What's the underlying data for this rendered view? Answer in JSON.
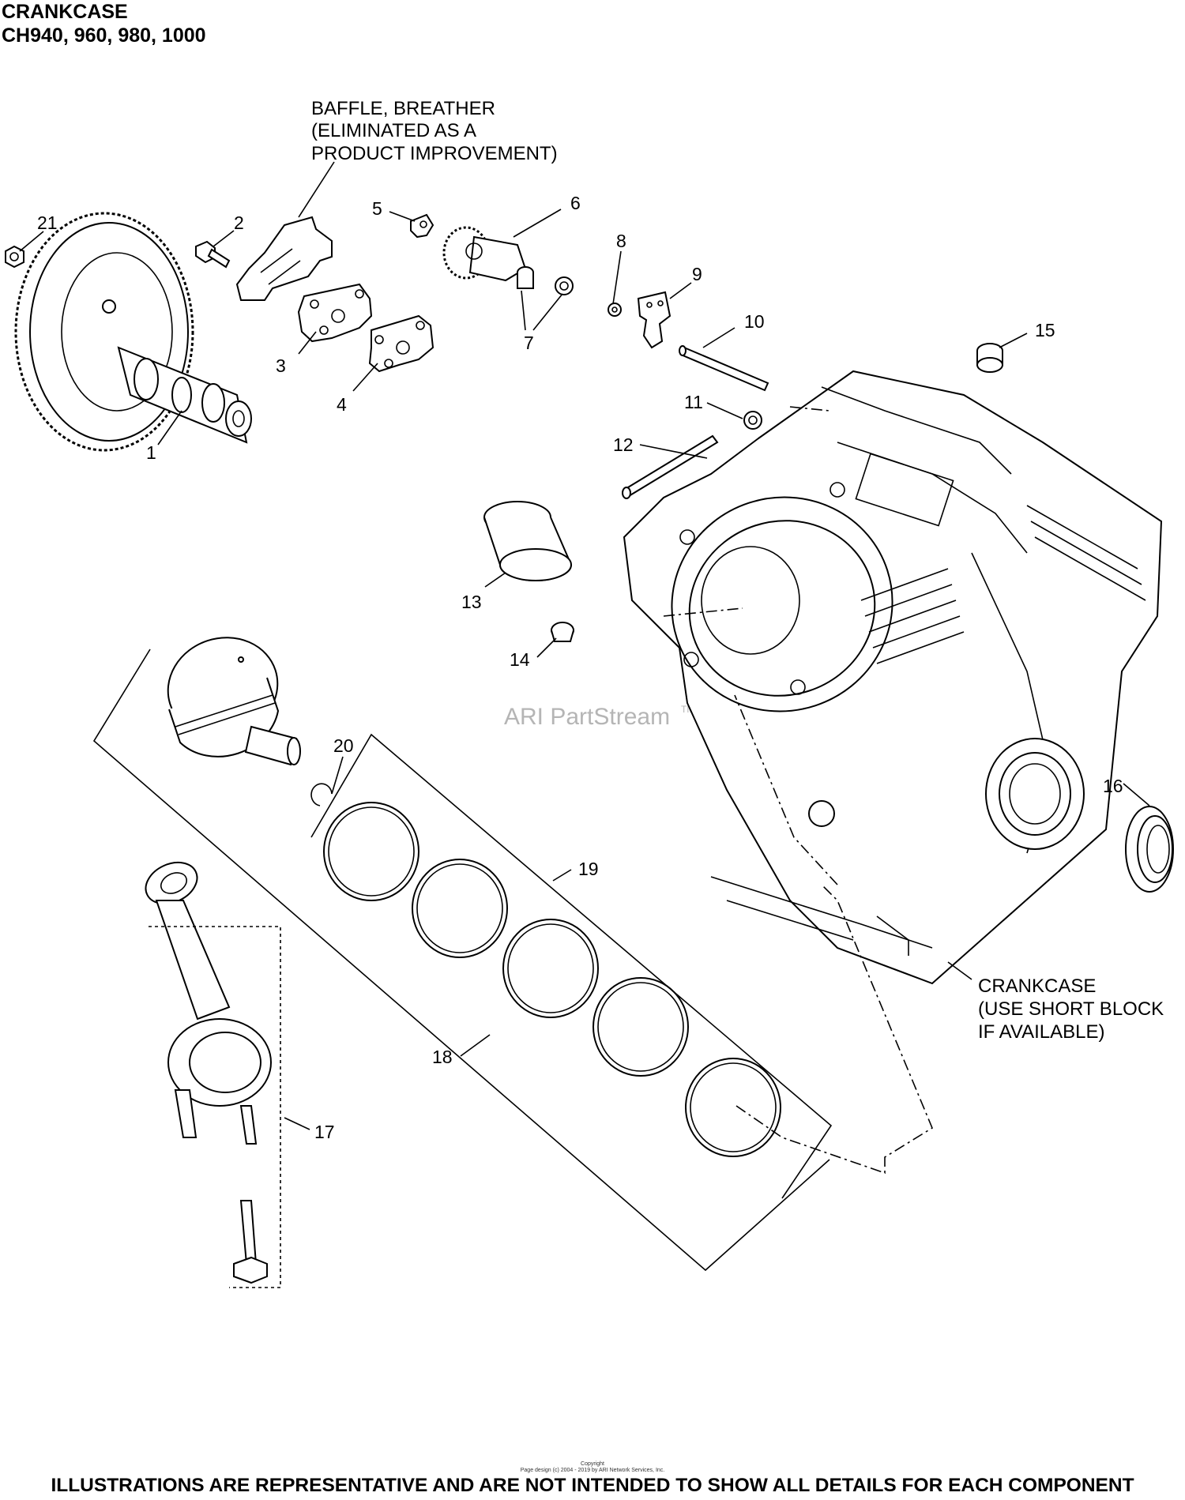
{
  "header": {
    "title": "CRANKCASE",
    "models": "CH940, 960, 980, 1000"
  },
  "callouts": {
    "baffle": [
      "BAFFLE, BREATHER",
      "(ELIMINATED AS A",
      "PRODUCT IMPROVEMENT)"
    ],
    "crankcase": [
      "CRANKCASE",
      "(USE SHORT BLOCK",
      "IF AVAILABLE)"
    ]
  },
  "part_numbers": [
    "1",
    "2",
    "3",
    "4",
    "5",
    "6",
    "7",
    "8",
    "9",
    "10",
    "11",
    "12",
    "13",
    "14",
    "15",
    "16",
    "17",
    "18",
    "19",
    "20",
    "21"
  ],
  "watermark": {
    "text": "ARI PartStream",
    "trademark": "TM"
  },
  "copyright": {
    "line1": "Copyright",
    "line2": "Page design (c) 2004 - 2019 by ARI Network Services, Inc."
  },
  "footer": "ILLUSTRATIONS ARE REPRESENTATIVE AND ARE NOT INTENDED TO SHOW ALL DETAILS FOR EACH COMPONENT"
}
